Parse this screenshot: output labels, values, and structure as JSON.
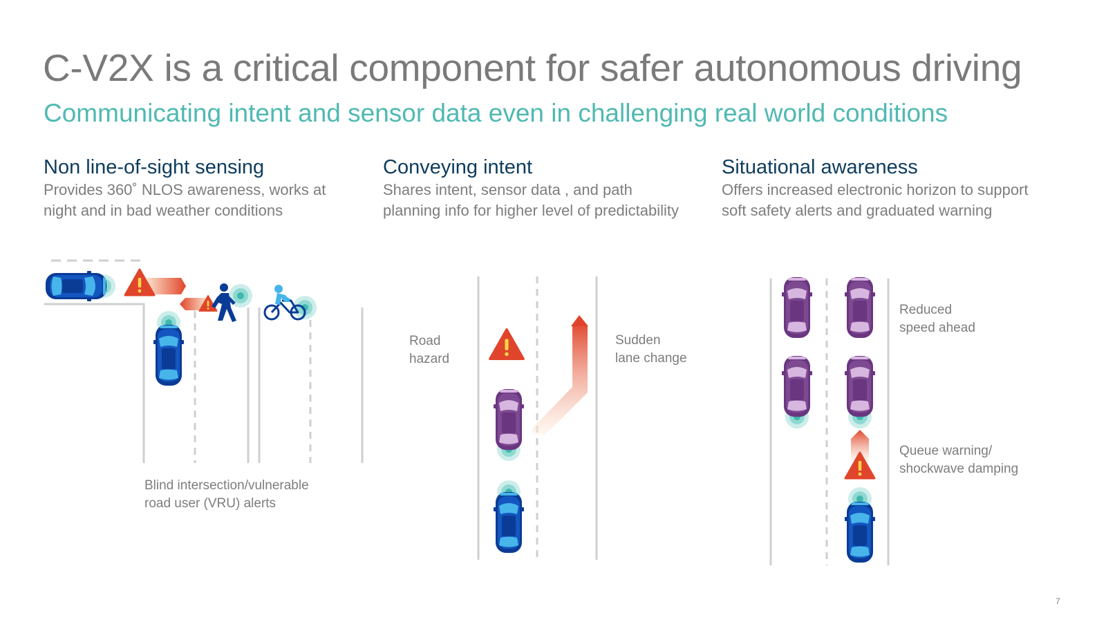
{
  "slide": {
    "title": "C-V2X is a critical component for safer autonomous driving",
    "subtitle": "Communicating intent and sensor data even in challenging real world conditions",
    "page_number": "7"
  },
  "columns": [
    {
      "heading": "Non line-of-sight sensing",
      "description_lines": [
        "Provides 360˚ NLOS awareness, works at",
        "night and in bad weather conditions"
      ]
    },
    {
      "heading": "Conveying intent",
      "description_lines": [
        "Shares intent, sensor data , and path",
        "planning info for higher level of predictability"
      ]
    },
    {
      "heading": "Situational awareness",
      "description_lines": [
        "Offers increased electronic horizon to support",
        "soft safety alerts and graduated warning"
      ]
    }
  ],
  "diagram_labels": {
    "blind_intersection": [
      "Blind intersection/vulnerable",
      "road user (VRU) alerts"
    ],
    "road_hazard": [
      "Road",
      "hazard"
    ],
    "sudden_lane_change": [
      "Sudden",
      "lane change"
    ],
    "reduced_speed": [
      "Reduced",
      "speed ahead"
    ],
    "queue_warning": [
      "Queue warning/",
      "shockwave damping"
    ]
  },
  "icons": [
    "warning-icon",
    "pedestrian-icon",
    "cyclist-icon",
    "car-icon",
    "signal-icon",
    "arrow-icon"
  ],
  "colors": {
    "title": "#7a7a7a",
    "subtitle": "#4fb9b2",
    "heading": "#0e3c5e",
    "body_text": "#7d7d7d",
    "blue_car": "#0a4aa8",
    "purple_car": "#7b4a8e",
    "warning": "#e0452b",
    "signal": "#5fc8c0"
  }
}
